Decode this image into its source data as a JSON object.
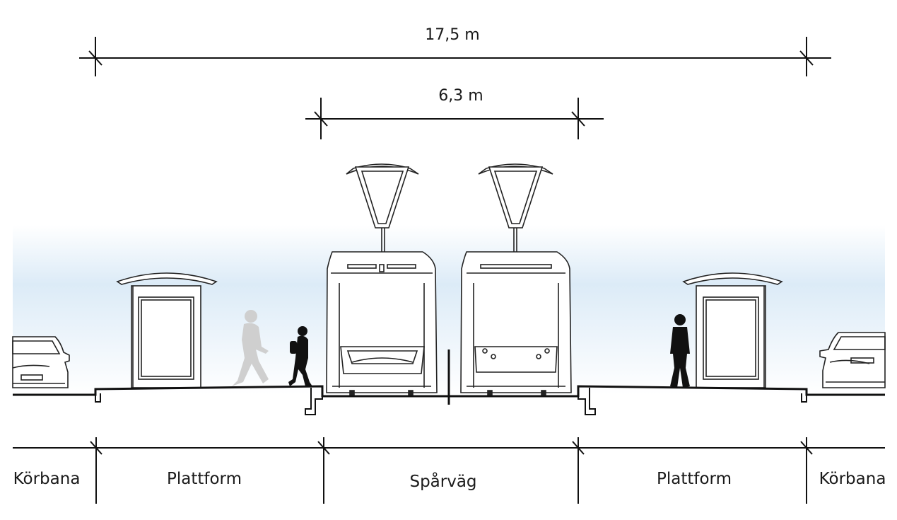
{
  "dimensions": {
    "total": "17,5 m",
    "tramway": "6,3 m"
  },
  "zones": {
    "left_road": "Körbana",
    "left_platform": "Plattform",
    "tramway": "Spårväg",
    "right_platform": "Plattform",
    "right_road": "Körbana"
  },
  "colors": {
    "sky_top": "#dcebf7",
    "line": "#111111",
    "ghost_person": "#cfcfcf"
  }
}
